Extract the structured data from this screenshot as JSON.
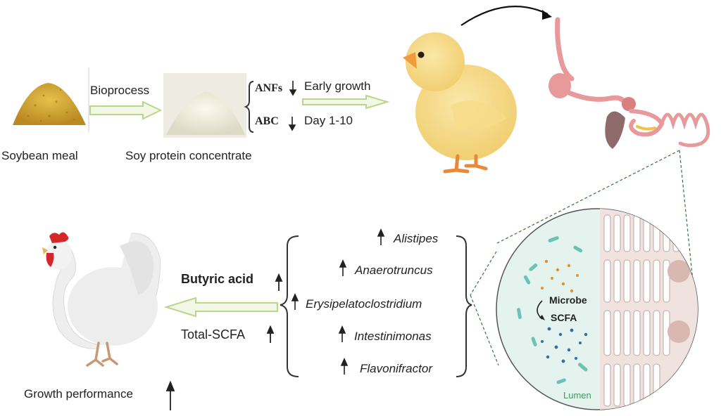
{
  "top": {
    "soybean_meal": "Soybean meal",
    "bioprocess": "Bioprocess",
    "soy_protein_concentrate": "Soy protein concentrate",
    "anfs": "ANFs",
    "abc": "ABC",
    "early_growth": "Early growth",
    "day_range": "Day 1-10"
  },
  "bottom": {
    "butyric_acid": "Butyric acid",
    "total_scfa": "Total-SCFA",
    "growth_performance": "Growth performance",
    "taxa": [
      "Alistipes",
      "Anaerotruncus",
      "Erysipelatoclostridium",
      "Intestinimonas",
      "Flavonifractor"
    ]
  },
  "inset": {
    "microbe": "Microbe",
    "scfa": "SCFA",
    "lumen": "Lumen"
  },
  "colors": {
    "arrow_outline": "#b9d68a",
    "arrow_fill": "#f3f8e6",
    "gut": "#e89a9a",
    "inset_bg": "#e4f3ee",
    "lumen_text": "#3f9a5a"
  }
}
